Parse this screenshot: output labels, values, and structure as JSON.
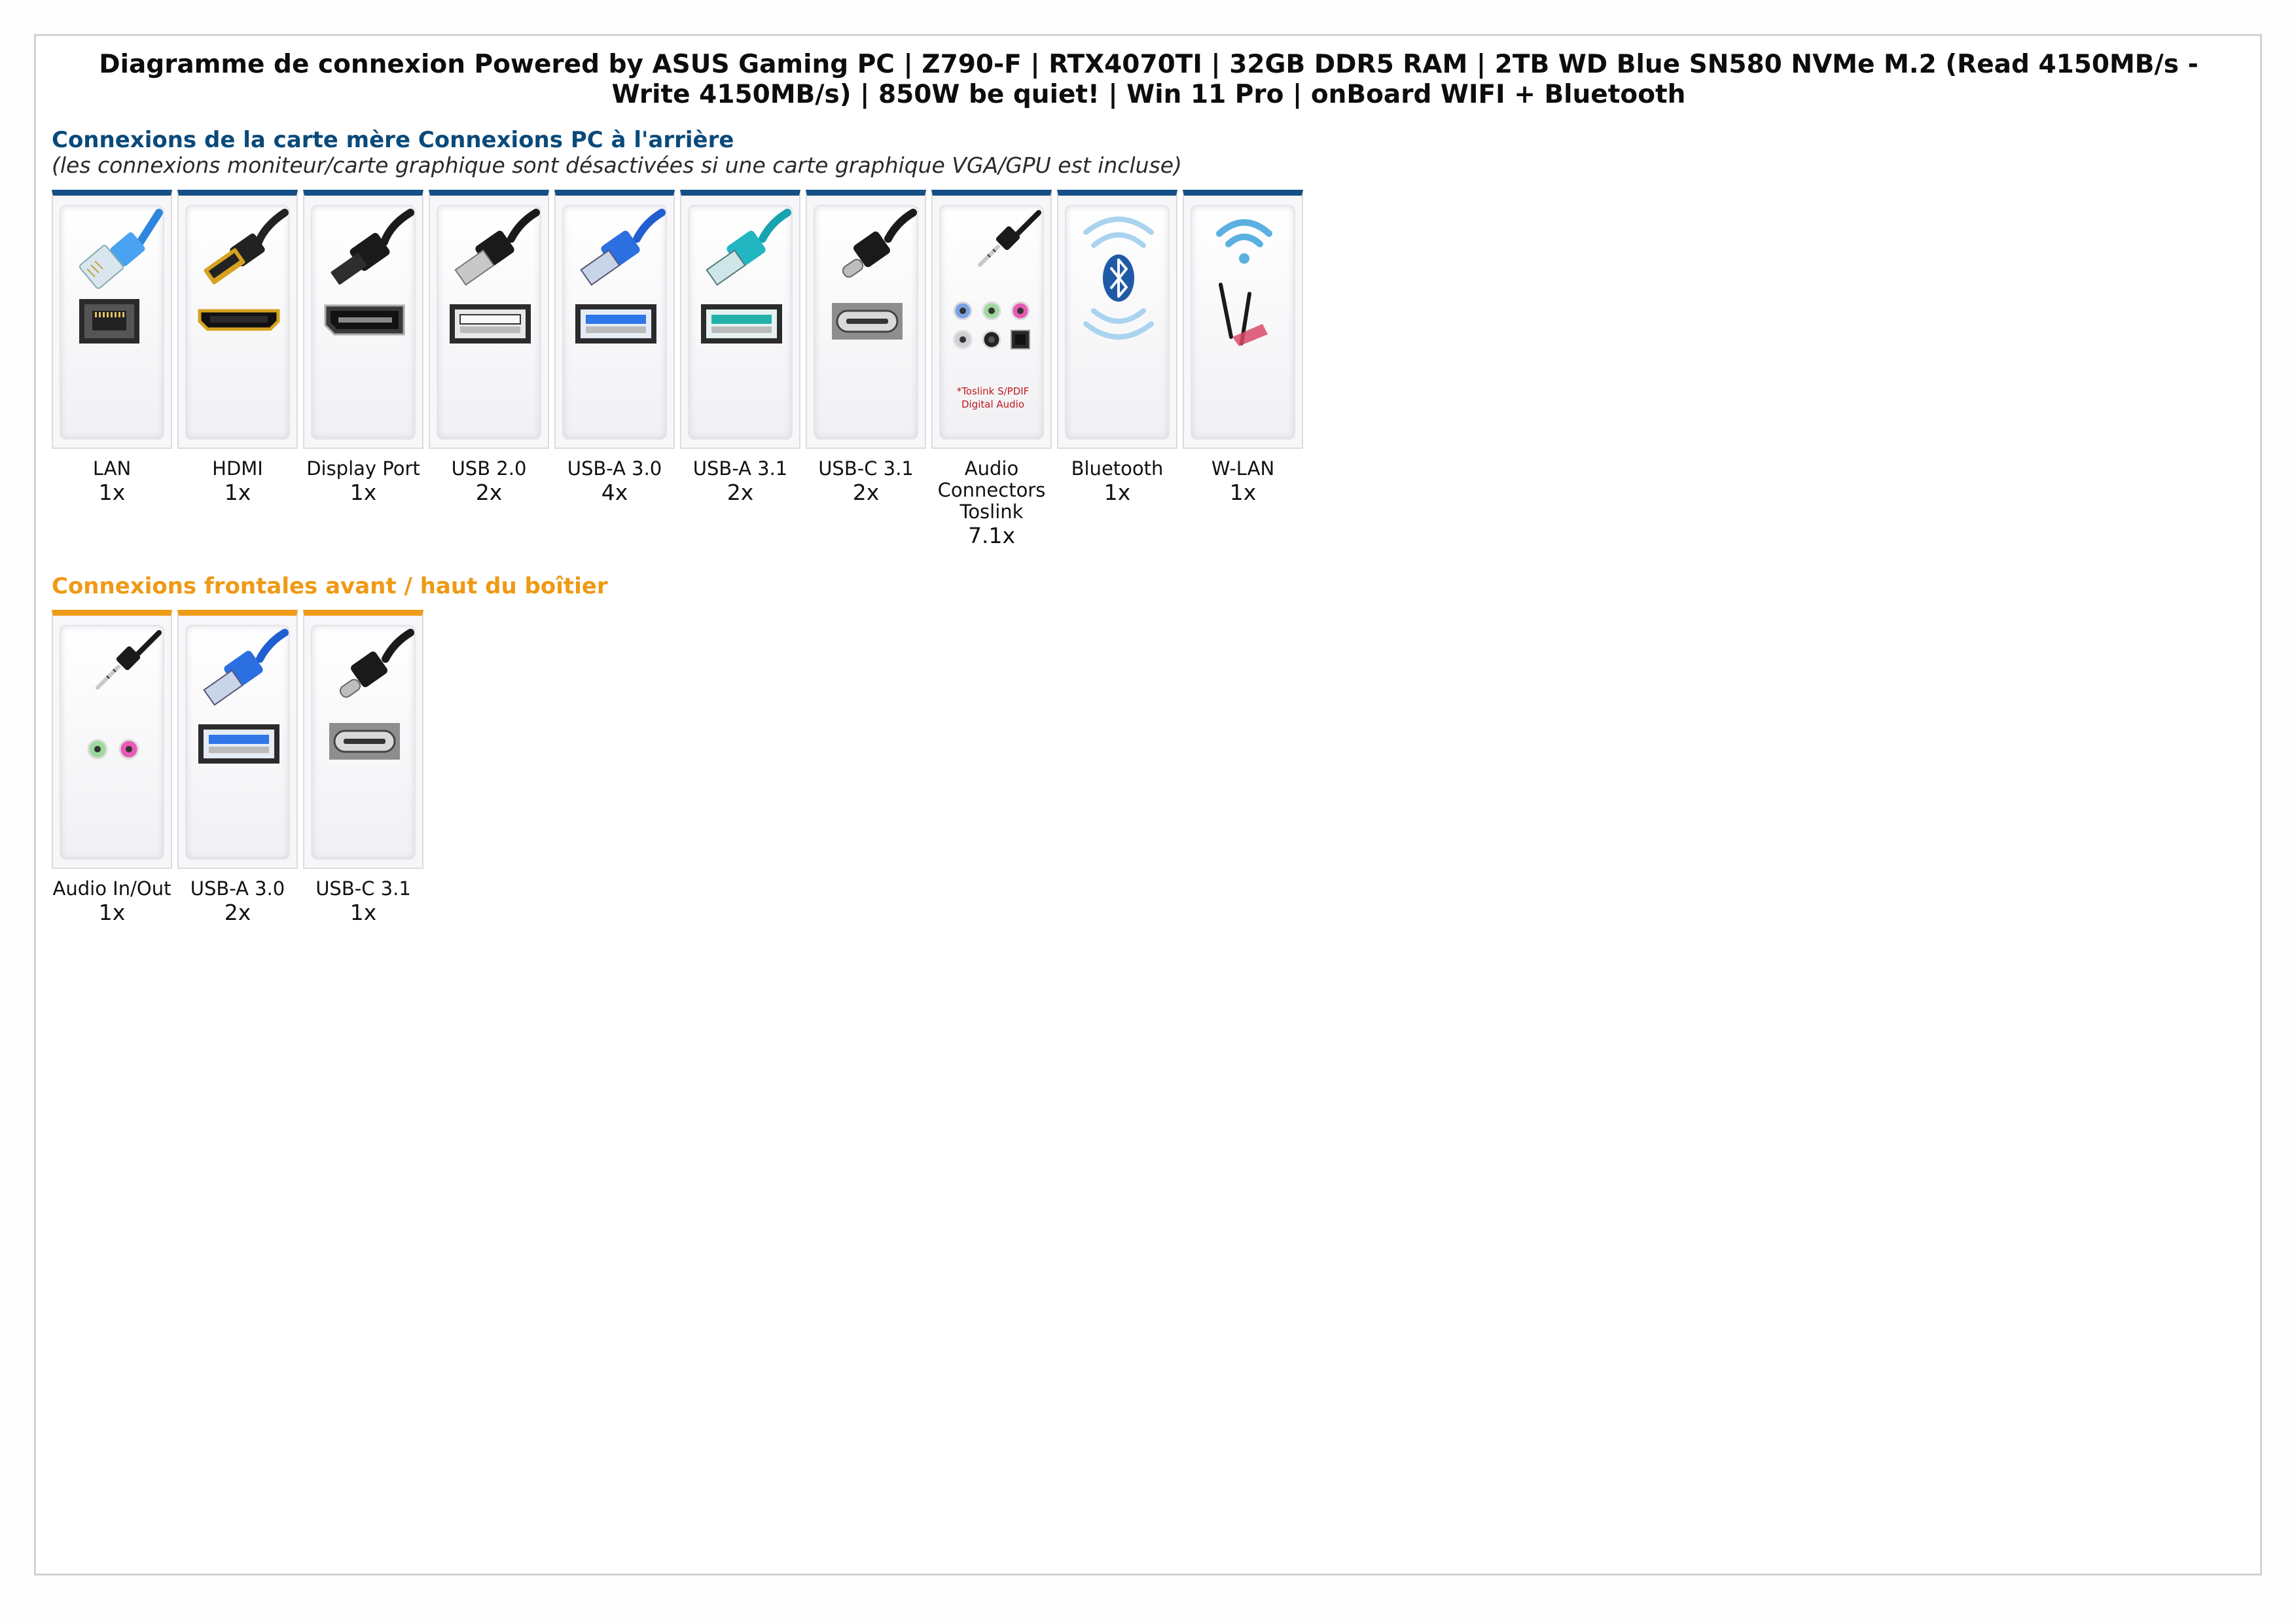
{
  "title": "Diagramme de connexion Powered by ASUS Gaming PC | Z790-F | RTX4070TI | 32GB DDR5 RAM | 2TB WD Blue SN580 NVMe M.2 (Read 4150MB/s - Write 4150MB/s) | 850W be quiet! | Win 11 Pro | onBoard WIFI + Bluetooth",
  "rear": {
    "title": "Connexions de la carte mère Connexions PC à l'arrière",
    "subtitle": "(les connexions moniteur/carte graphique sont désactivées si une carte graphique VGA/GPU est incluse)",
    "items": [
      {
        "label": "LAN",
        "count": "1x",
        "icon": "lan-icon"
      },
      {
        "label": "HDMI",
        "count": "1x",
        "icon": "hdmi-icon"
      },
      {
        "label": "Display Port",
        "count": "1x",
        "icon": "displayport-icon"
      },
      {
        "label": "USB 2.0",
        "count": "2x",
        "icon": "usb2-icon"
      },
      {
        "label": "USB-A 3.0",
        "count": "4x",
        "icon": "usb-a-3-0-icon"
      },
      {
        "label": "USB-A 3.1",
        "count": "2x",
        "icon": "usb-a-3-1-icon"
      },
      {
        "label": "USB-C 3.1",
        "count": "2x",
        "icon": "usb-c-icon"
      },
      {
        "label": "Audio Connectors Toslink",
        "count": "7.1x",
        "icon": "audio-toslink-icon",
        "note": "*Toslink S/PDIF Digital Audio"
      },
      {
        "label": "Bluetooth",
        "count": "1x",
        "icon": "bluetooth-icon"
      },
      {
        "label": "W-LAN",
        "count": "1x",
        "icon": "wlan-icon"
      }
    ]
  },
  "front": {
    "title": "Connexions frontales avant / haut du boîtier",
    "items": [
      {
        "label": "Audio In/Out",
        "count": "1x",
        "icon": "audio-jack-icon"
      },
      {
        "label": "USB-A 3.0",
        "count": "2x",
        "icon": "usb-a-3-0-icon"
      },
      {
        "label": "USB-C 3.1",
        "count": "1x",
        "icon": "usb-c-icon"
      }
    ]
  },
  "colors": {
    "rear_accent": "#154f86",
    "front_accent": "#f09b17",
    "rear_title": "#0a4a7a",
    "front_title": "#ee9a15",
    "note_red": "#c0181c"
  }
}
